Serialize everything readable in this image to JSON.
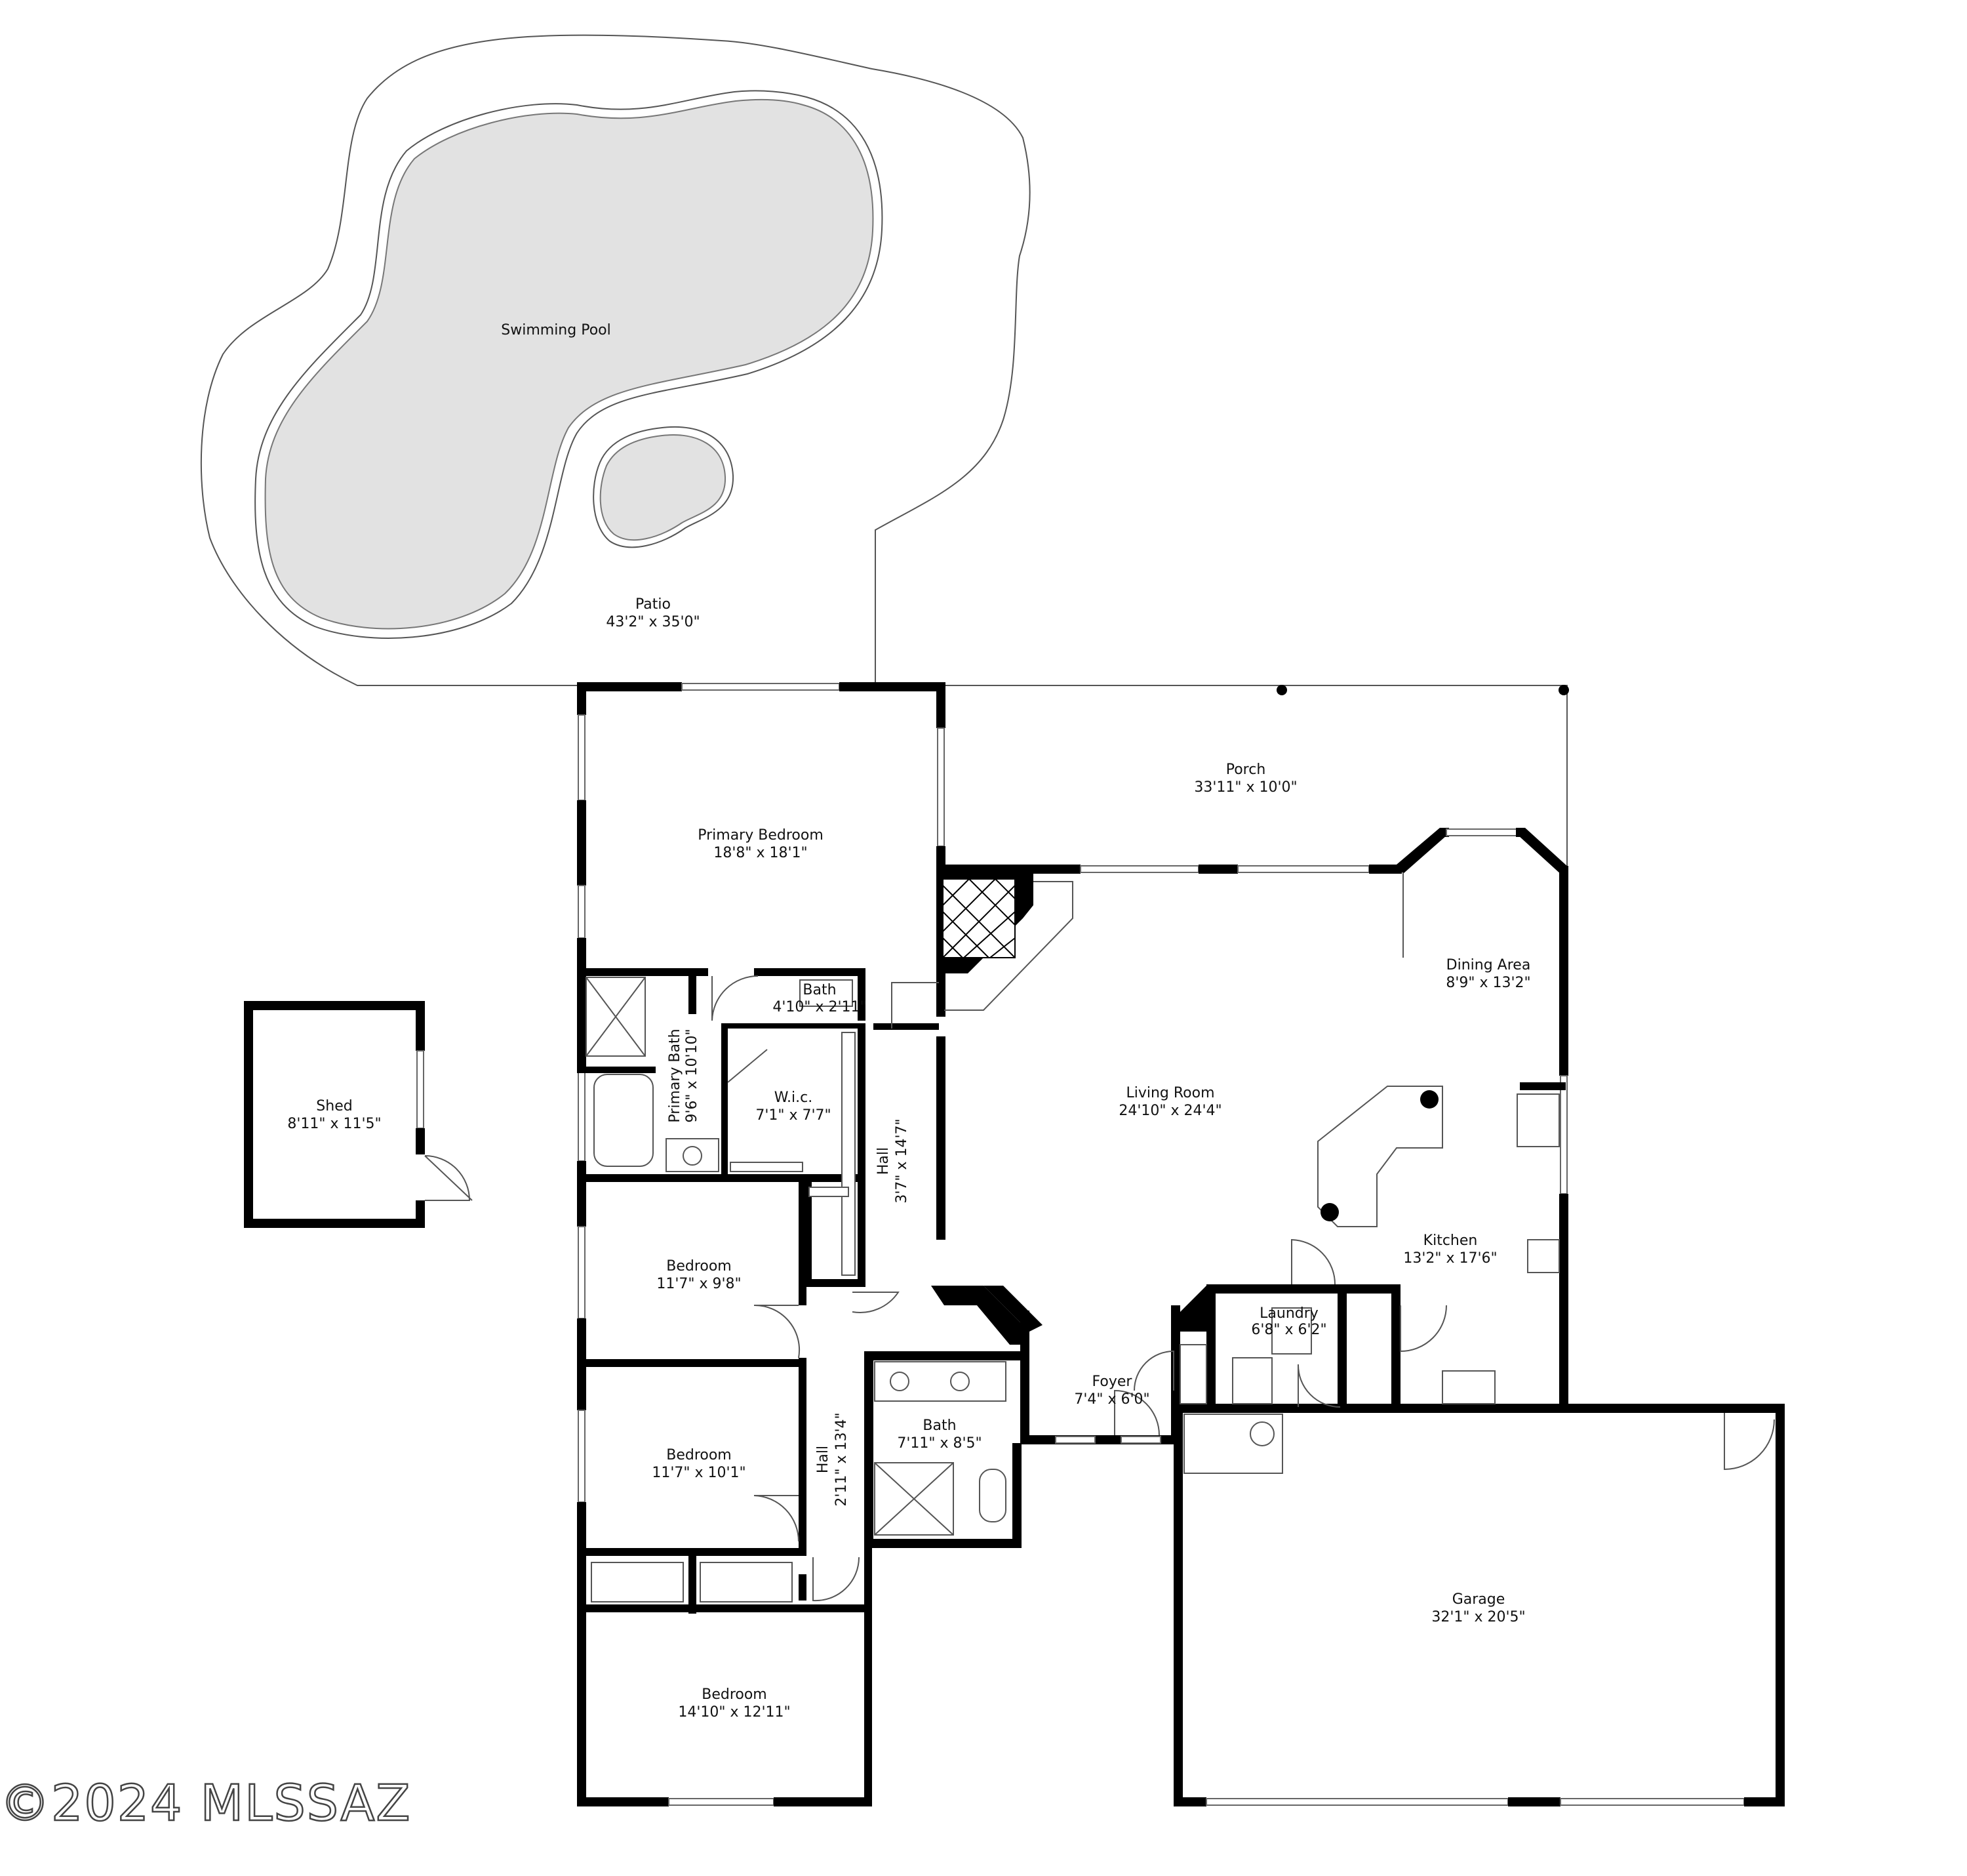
{
  "rooms": {
    "swimming_pool": {
      "name": "Swimming Pool"
    },
    "patio": {
      "name": "Patio",
      "size": "43'2\" x 35'0\""
    },
    "porch": {
      "name": "Porch",
      "size": "33'11\" x 10'0\""
    },
    "primary_bedroom": {
      "name": "Primary Bedroom",
      "size": "18'8\" x 18'1\""
    },
    "shed": {
      "name": "Shed",
      "size": "8'11\" x 11'5\""
    },
    "bath_small": {
      "name": "Bath",
      "size": "4'10\" x 2'11\""
    },
    "primary_bath": {
      "name": "Primary Bath",
      "size": "9'6\" x 10'10\""
    },
    "wic": {
      "name": "W.i.c.",
      "size": "7'1\" x 7'7\""
    },
    "hall_upper": {
      "name": "Hall",
      "size": "3'7\" x 14'7\""
    },
    "dining_area": {
      "name": "Dining Area",
      "size": "8'9\" x 13'2\""
    },
    "living_room": {
      "name": "Living Room",
      "size": "24'10\" x 24'4\""
    },
    "kitchen": {
      "name": "Kitchen",
      "size": "13'2\" x 17'6\""
    },
    "bedroom_1": {
      "name": "Bedroom",
      "size": "11'7\" x 9'8\""
    },
    "laundry": {
      "name": "Laundry",
      "size": "6'8\" x 6'2\""
    },
    "foyer": {
      "name": "Foyer",
      "size": "7'4\" x 6'0\""
    },
    "bath_hall": {
      "name": "Bath",
      "size": "7'11\" x 8'5\""
    },
    "hall_lower": {
      "name": "Hall",
      "size": "2'11\" x 13'4\""
    },
    "bedroom_2": {
      "name": "Bedroom",
      "size": "11'7\" x 10'1\""
    },
    "garage": {
      "name": "Garage",
      "size": "32'1\" x 20'5\""
    },
    "bedroom_3": {
      "name": "Bedroom",
      "size": "14'10\" x 12'11\""
    }
  },
  "watermark": "©2024 MLSSAZ",
  "colors": {
    "wall": "#000000",
    "pool_fill": "#e2e2e2",
    "background": "#ffffff"
  }
}
